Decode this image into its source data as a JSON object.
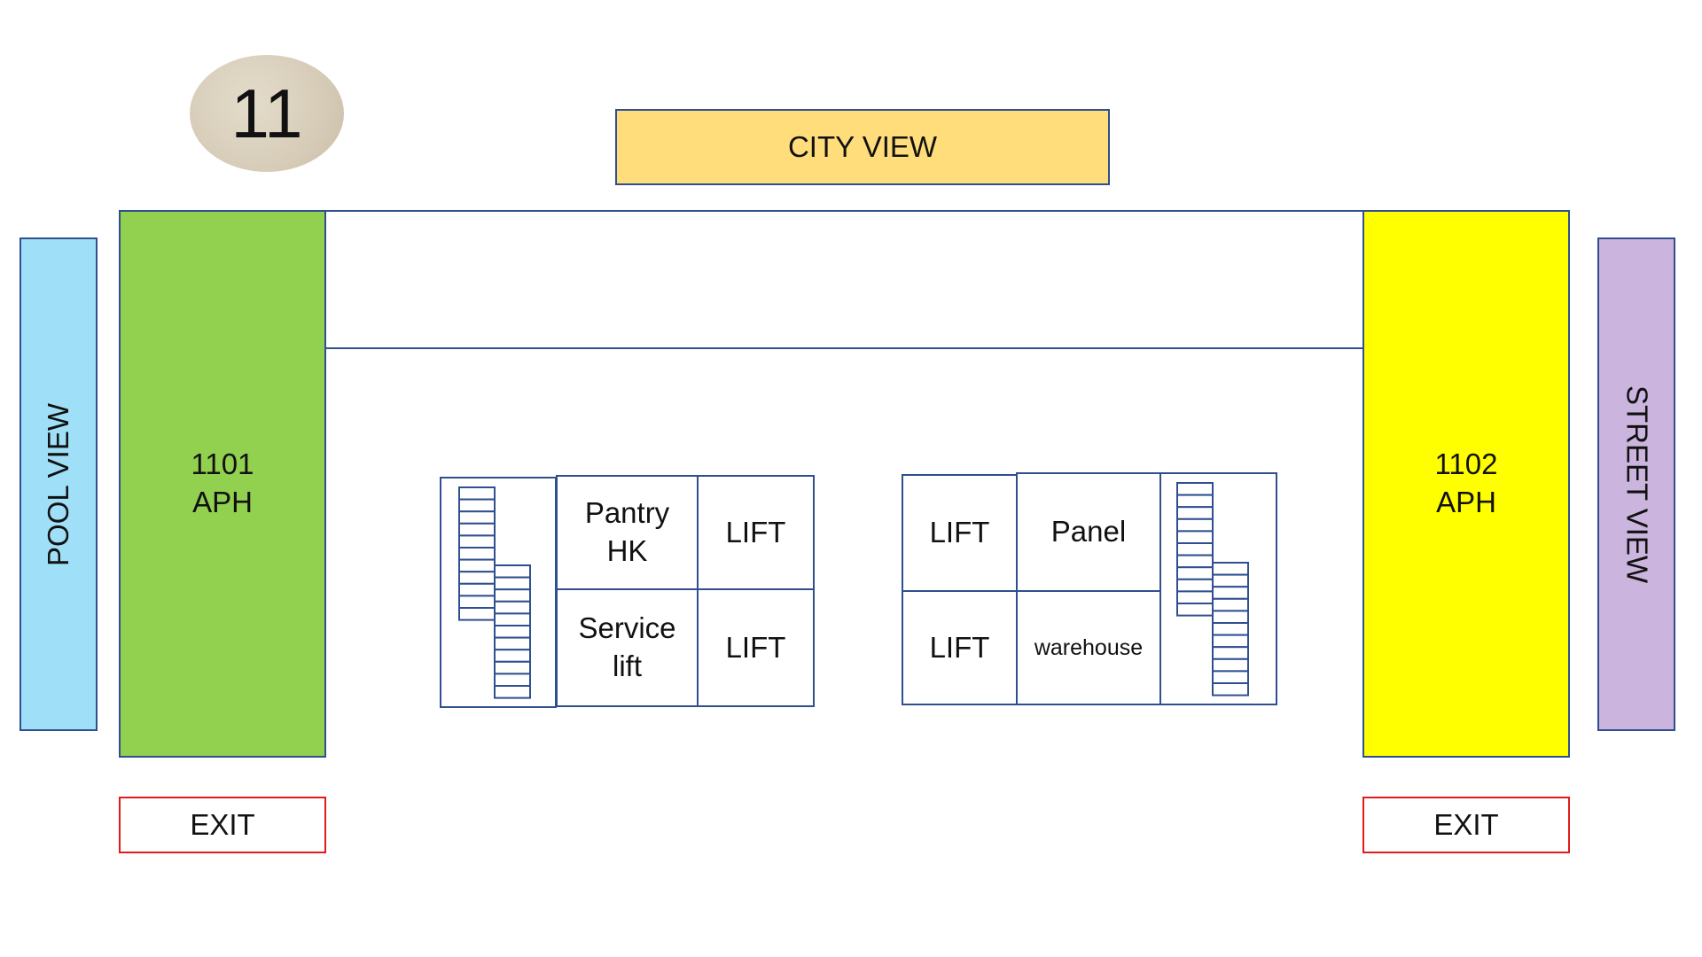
{
  "floor": {
    "number": "11"
  },
  "views": {
    "city": "CITY VIEW",
    "pool": "POOL VIEW",
    "street": "STREET VIEW"
  },
  "apartments": [
    {
      "number": "1101",
      "type": "APH",
      "color": "#92d050"
    },
    {
      "number": "1102",
      "type": "APH",
      "color": "#ffff00"
    }
  ],
  "exits": {
    "left": "EXIT",
    "right": "EXIT"
  },
  "core_left": {
    "pantry_line1": "Pantry",
    "pantry_line2": "HK",
    "service_line1": "Service",
    "service_line2": "lift",
    "lift_top": "LIFT",
    "lift_bottom": "LIFT"
  },
  "core_right": {
    "lift_top": "LIFT",
    "lift_bottom": "LIFT",
    "panel": "Panel",
    "warehouse": "warehouse"
  },
  "colors": {
    "outline": "#2f4f8f",
    "exit_border": "#e01b1b",
    "city_view": "#ffdd7a",
    "pool_view": "#9fe0f8",
    "street_view": "#cbb4dd"
  }
}
